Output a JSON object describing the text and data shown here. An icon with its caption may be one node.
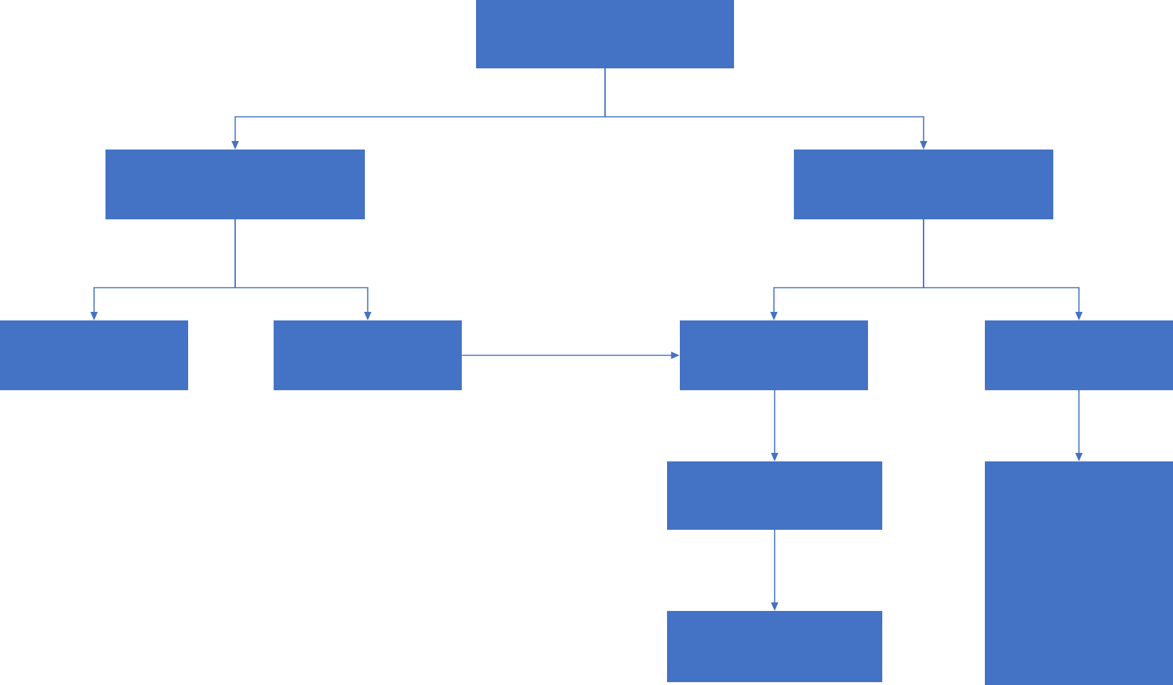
{
  "diagram": {
    "nodes": [
      {
        "text": [],
        "shape": "box"
      },
      {
        "text": [],
        "shape": "box"
      },
      {
        "text": [],
        "shape": "box"
      },
      {
        "text": [],
        "shape": "box"
      },
      {
        "text": [],
        "shape": "box"
      },
      {
        "text": [],
        "shape": "box"
      },
      {
        "text": [],
        "shape": "box"
      },
      {
        "text": [],
        "shape": "box"
      },
      {
        "text": [],
        "shape": "box"
      },
      {
        "text": [],
        "shape": "box"
      }
    ],
    "edges": [
      {
        "from": 0,
        "to": 1,
        "arrow": "to"
      },
      {
        "from": 0,
        "to": 2,
        "arrow": "to"
      },
      {
        "from": 1,
        "to": 3,
        "arrow": "to"
      },
      {
        "from": 1,
        "to": 4,
        "arrow": "to"
      },
      {
        "from": 2,
        "to": 5,
        "arrow": "to"
      },
      {
        "from": 2,
        "to": 6,
        "arrow": "to"
      },
      {
        "from": 4,
        "to": 5,
        "arrow": "to"
      },
      {
        "from": 5,
        "to": 7,
        "arrow": "to"
      },
      {
        "from": 7,
        "to": 8,
        "arrow": "to"
      },
      {
        "from": 6,
        "to": 9,
        "arrow": "to"
      }
    ]
  }
}
